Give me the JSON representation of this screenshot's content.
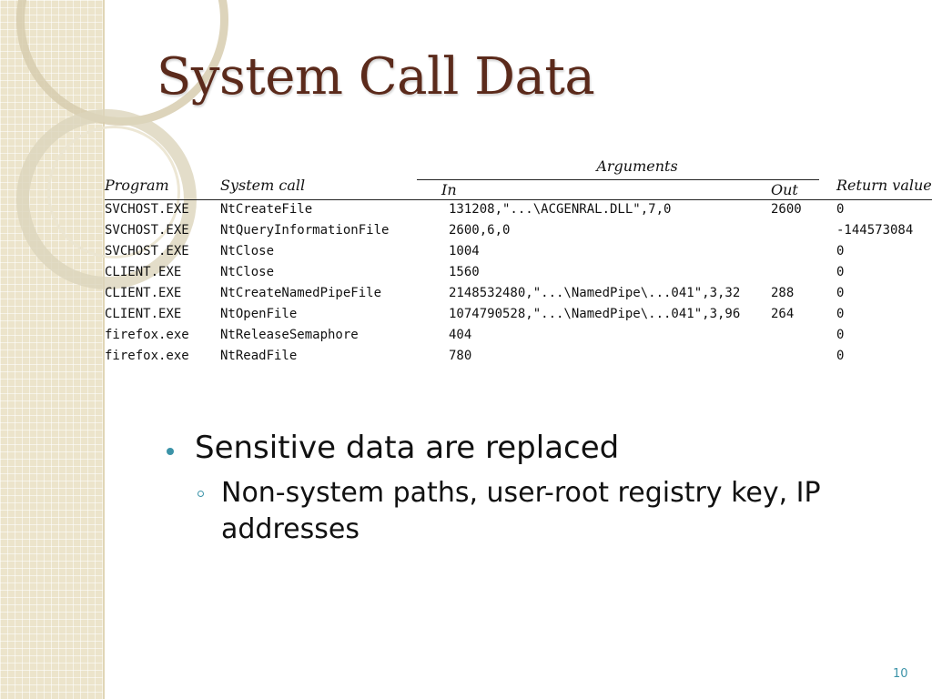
{
  "slide": {
    "title": "System Call Data",
    "page_number": "10"
  },
  "table": {
    "headers": {
      "program": "Program",
      "system_call": "System call",
      "arguments": "Arguments",
      "in": "In",
      "out": "Out",
      "return_value": "Return value"
    },
    "rows": [
      {
        "program": "SVCHOST.EXE",
        "call": "NtCreateFile",
        "in": "131208,\"...\\ACGENRAL.DLL\",7,0",
        "out": "2600",
        "ret": "0"
      },
      {
        "program": "SVCHOST.EXE",
        "call": "NtQueryInformationFile",
        "in": "2600,6,0",
        "out": "",
        "ret": "-144573084"
      },
      {
        "program": "SVCHOST.EXE",
        "call": "NtClose",
        "in": "1004",
        "out": "",
        "ret": "0"
      },
      {
        "program": "CLIENT.EXE",
        "call": "NtClose",
        "in": "1560",
        "out": "",
        "ret": "0"
      },
      {
        "program": "CLIENT.EXE",
        "call": "NtCreateNamedPipeFile",
        "in": "2148532480,\"...\\NamedPipe\\...041\",3,32",
        "out": "288",
        "ret": "0"
      },
      {
        "program": "CLIENT.EXE",
        "call": "NtOpenFile",
        "in": "1074790528,\"...\\NamedPipe\\...041\",3,96",
        "out": "264",
        "ret": "0"
      },
      {
        "program": "firefox.exe",
        "call": "NtReleaseSemaphore",
        "in": "404",
        "out": "",
        "ret": "0"
      },
      {
        "program": "firefox.exe",
        "call": "NtReadFile",
        "in": "780",
        "out": "",
        "ret": "0"
      }
    ]
  },
  "bullets": {
    "level1": "Sensitive data are replaced",
    "level2": "Non-system paths, user-root registry key, IP addresses"
  },
  "colors": {
    "title": "#5b2a1b",
    "accent": "#3b93a8",
    "sidebar": "#ece4cb"
  }
}
